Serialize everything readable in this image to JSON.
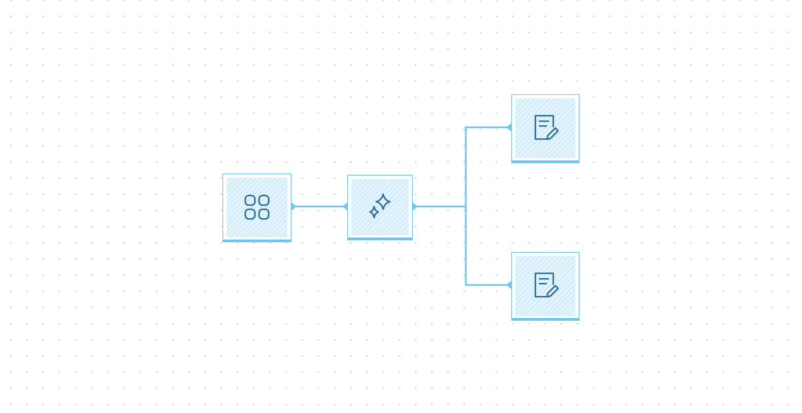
{
  "canvas": {
    "background_color": "#ffffff",
    "dot_color": "#d3d6db",
    "connector_color": "#6ec6f0",
    "node_border_color": "#6ec6f0",
    "node_fill_color": "#e4f4fc",
    "icon_color": "#2d6f99"
  },
  "nodes": [
    {
      "id": "apps",
      "icon": "apps-grid-icon",
      "label": ""
    },
    {
      "id": "ai",
      "icon": "sparkles-icon",
      "label": ""
    },
    {
      "id": "doc-top",
      "icon": "document-edit-icon",
      "label": ""
    },
    {
      "id": "doc-bottom",
      "icon": "document-edit-icon",
      "label": ""
    }
  ],
  "edges": [
    {
      "from": "apps",
      "to": "ai"
    },
    {
      "from": "ai",
      "to": "doc-top"
    },
    {
      "from": "ai",
      "to": "doc-bottom"
    }
  ]
}
